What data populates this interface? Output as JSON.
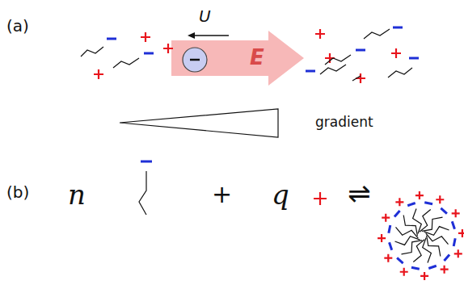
{
  "diagram": {
    "labels": [
      "(a)",
      "U",
      "E",
      "gradient",
      "(b)",
      "n",
      "+",
      "q",
      "⇌"
    ]
  }
}
